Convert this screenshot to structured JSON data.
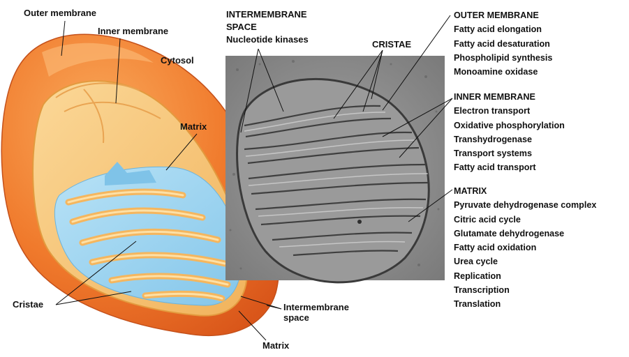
{
  "colors": {
    "outer_membrane": "#f0792a",
    "inner_membrane": "#f7c778",
    "matrix": "#9fd4ef",
    "micrograph": "#8e8e8e"
  },
  "diagram_labels": {
    "outer_membrane": "Outer membrane",
    "inner_membrane": "Inner membrane",
    "cytosol": "Cytosol",
    "matrix_top": "Matrix",
    "cristae": "Cristae",
    "intermembrane_space_line1": "Intermembrane",
    "intermembrane_space_line2": "space",
    "matrix_bottom": "Matrix"
  },
  "micrograph_labels": {
    "intermembrane_line1": "INTERMEMBRANE",
    "intermembrane_line2": "SPACE",
    "intermembrane_function": "Nucleotide kinases",
    "cristae": "CRISTAE"
  },
  "functions": {
    "outer_membrane": {
      "heading": "OUTER MEMBRANE",
      "items": [
        "Fatty acid elongation",
        "Fatty acid desaturation",
        "Phospholipid synthesis",
        "Monoamine oxidase"
      ]
    },
    "inner_membrane": {
      "heading": "INNER MEMBRANE",
      "items": [
        "Electron transport",
        "Oxidative phosphorylation",
        "Transhydrogenase",
        "Transport systems",
        "Fatty acid transport"
      ]
    },
    "matrix": {
      "heading": "MATRIX",
      "items": [
        "Pyruvate dehydrogenase complex",
        "Citric acid cycle",
        "Glutamate dehydrogenase",
        "Fatty acid oxidation",
        "Urea cycle",
        "Replication",
        "Transcription",
        "Translation"
      ]
    }
  }
}
